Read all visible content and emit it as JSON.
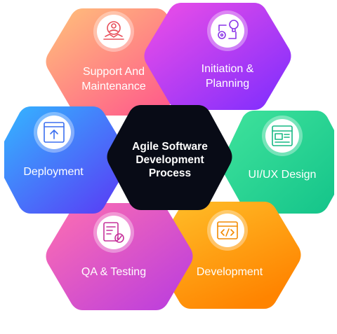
{
  "center": {
    "lines": [
      "Agile Software",
      "Development",
      "Process"
    ]
  },
  "stages": [
    {
      "key": "support",
      "lines": [
        "Support And",
        "Maintenance"
      ],
      "icon": "support-handshake-icon",
      "colors": [
        "#ffb07a",
        "#ff5a86"
      ]
    },
    {
      "key": "initiation",
      "lines": [
        "Initiation &",
        "Planning"
      ],
      "icon": "idea-gear-icon",
      "colors": [
        "#e24cf0",
        "#8a2bff"
      ]
    },
    {
      "key": "uiux",
      "lines": [
        "UI/UX Design"
      ],
      "icon": "ui-wireframe-icon",
      "colors": [
        "#3ee2a0",
        "#10c27a"
      ]
    },
    {
      "key": "development",
      "lines": [
        "Development"
      ],
      "icon": "code-window-icon",
      "colors": [
        "#ffb72a",
        "#ff8a00"
      ]
    },
    {
      "key": "qa",
      "lines": [
        "QA & Testing"
      ],
      "icon": "qa-badge-icon",
      "colors": [
        "#ff6ab0",
        "#c53ad8"
      ]
    },
    {
      "key": "deployment",
      "lines": [
        "Deployment"
      ],
      "icon": "deploy-window-icon",
      "colors": [
        "#3aa8ff",
        "#5a3dff"
      ]
    }
  ]
}
